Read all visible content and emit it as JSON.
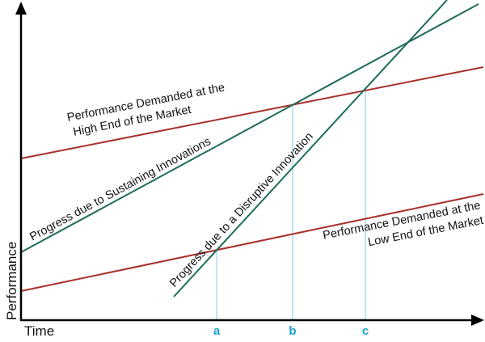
{
  "title": "Disruptive Innovation Model",
  "axes": {
    "x_label": "Time",
    "y_label": "Performance"
  },
  "time_markers": [
    "a",
    "b",
    "c"
  ],
  "labels": {
    "high_end_line1": "Performance Demanded at the",
    "high_end_line2": "High End of the Market",
    "sustaining": "Progress due to Sustaining Innovations",
    "disruptive": "Progress due to a Disruptive Innovation",
    "low_end_line1": "Performance Demanded at the",
    "low_end_line2": "Low End of the Market"
  },
  "colors": {
    "demand": "#a8302a",
    "progress": "#1f6b5a",
    "marker": "#1aa0c8",
    "marker_line": "#a9dcea",
    "axis": "#000000"
  }
}
